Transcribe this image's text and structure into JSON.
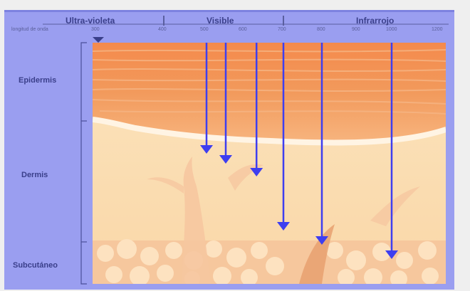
{
  "header": {
    "bands": [
      "Ultra-violeta",
      "Visible",
      "Infrarrojo"
    ],
    "axis_label": "longitud de onda",
    "ticks": [
      "300",
      "400",
      "500",
      "600",
      "700",
      "800",
      "900",
      "1000",
      "1200"
    ]
  },
  "layers": [
    "Epidermis",
    "Dermis",
    "Subcutáneo"
  ],
  "penetration_depths": [
    {
      "wavelength": "500",
      "layer": "Dermis"
    },
    {
      "wavelength": "550",
      "layer": "Dermis"
    },
    {
      "wavelength": "630",
      "layer": "Dermis"
    },
    {
      "wavelength": "700",
      "layer": "Dermis"
    },
    {
      "wavelength": "800",
      "layer": "Subcutáneo"
    },
    {
      "wavelength": "1000",
      "layer": "Subcutáneo"
    }
  ],
  "colors": {
    "panel": "#9a9ef0",
    "outer_bg": "#efefef",
    "epidermis": "#f08a4a",
    "dermis": "#fbdcae",
    "subcutaneous": "#f6c79d",
    "arrow": "#3e3ef0",
    "text": "#3a3f8a"
  }
}
